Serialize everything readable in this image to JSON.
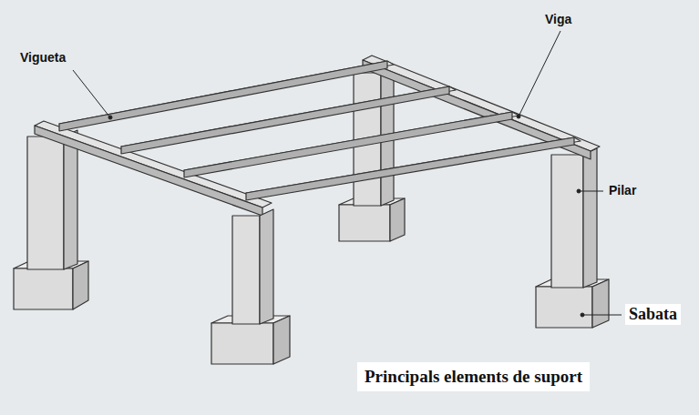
{
  "diagram": {
    "caption": "Principals elements de suport",
    "labels": [
      "Vigueta",
      "Viga",
      "Pilar",
      "Sabata"
    ]
  }
}
